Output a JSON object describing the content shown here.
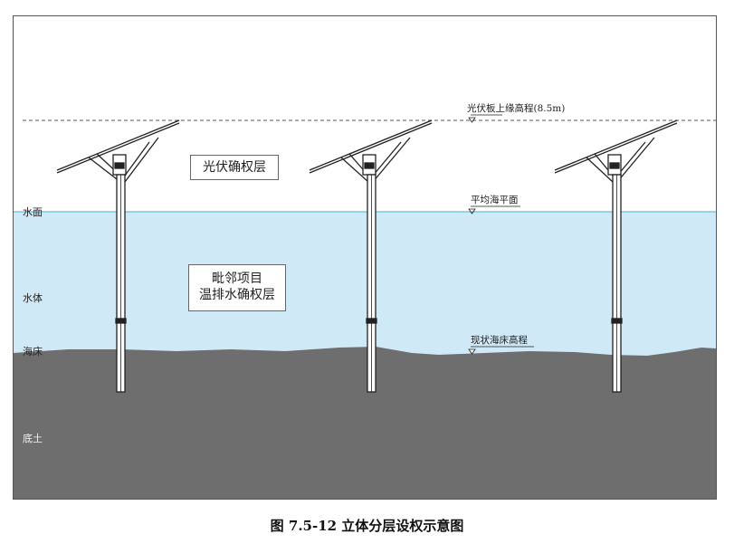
{
  "labels": {
    "pv_layer": "光伏确权层",
    "water_layer_line1": "毗邻项目",
    "water_layer_line2": "温排水确权层",
    "side_water_surface": "水面",
    "side_water_body": "水体",
    "side_seabed": "海床",
    "side_subsoil": "底土",
    "elev_pv_top": "光伏板上缘高程(8.5m)",
    "elev_mean_sea": "平均海平面",
    "elev_seabed": "现状海床高程"
  },
  "caption": "图 7.5-12 立体分层设权示意图",
  "colors": {
    "sky": "#ffffff",
    "water": "#cfe9f7",
    "water_line": "#7fc6dd",
    "seabed": "#6e6e6e",
    "structure": "#222222"
  }
}
